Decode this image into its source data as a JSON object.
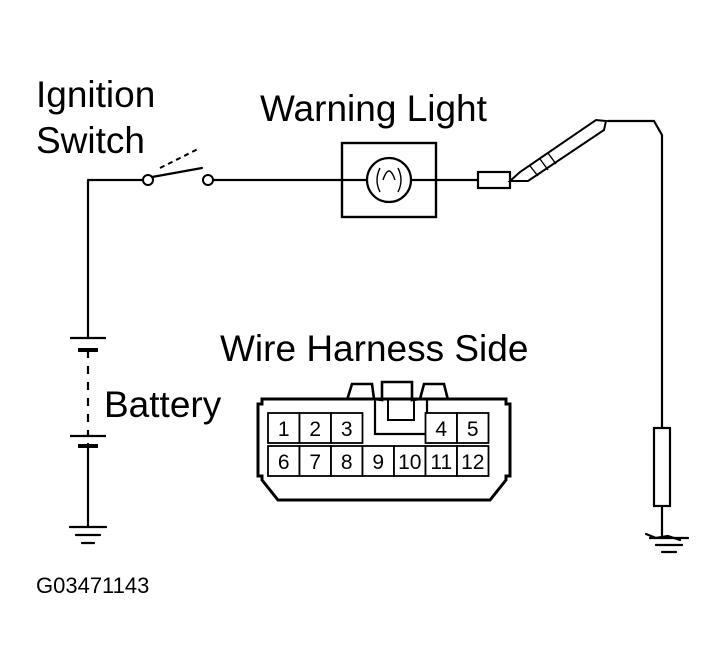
{
  "labels": {
    "ignition_line1": "Ignition",
    "ignition_line2": "Switch",
    "warning_light": "Warning Light",
    "wire_harness_side": "Wire Harness Side",
    "battery": "Battery",
    "figure_code": "G03471143"
  },
  "connector": {
    "top_row": [
      "1",
      "2",
      "3",
      "4",
      "5"
    ],
    "bottom_row": [
      "6",
      "7",
      "8",
      "9",
      "10",
      "11",
      "12"
    ]
  }
}
